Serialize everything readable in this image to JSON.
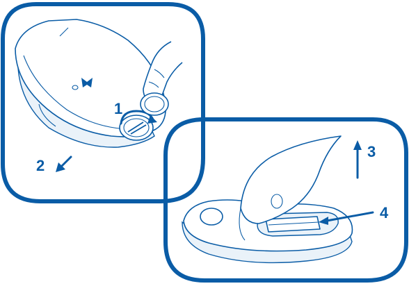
{
  "colors": {
    "frame": "#0a5ca6",
    "line": "#0a5ca6",
    "fill": "#ffffff",
    "shade": "#eaf2f9",
    "arrow": "#0a5ca6",
    "label": "#0a5ca6"
  },
  "panels": [
    {
      "name": "panel-unlock-cover",
      "steps": [
        "1",
        "2"
      ]
    },
    {
      "name": "panel-remove-cover",
      "steps": [
        "3",
        "4"
      ]
    }
  ],
  "steps": [
    {
      "number": "1",
      "action": "turn-coin-lock"
    },
    {
      "number": "2",
      "action": "slide-cover-down"
    },
    {
      "number": "3",
      "action": "lift-cover-up"
    },
    {
      "number": "4",
      "action": "battery-compartment"
    }
  ]
}
